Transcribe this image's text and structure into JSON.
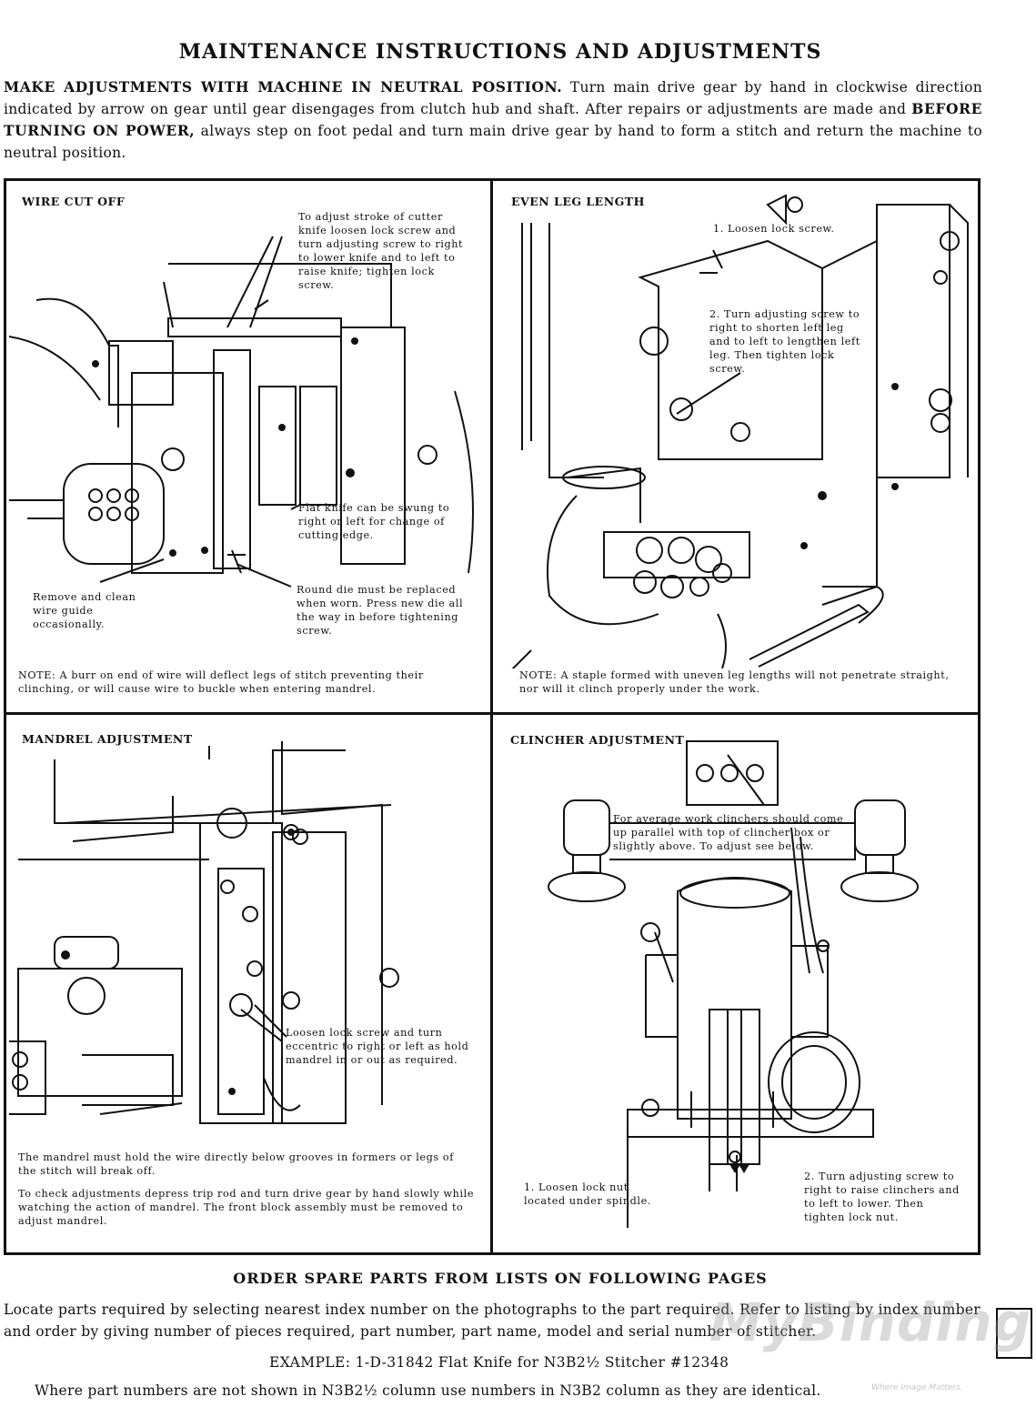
{
  "page_title": "MAINTENANCE INSTRUCTIONS AND ADJUSTMENTS",
  "intro": {
    "lead_bold": "MAKE ADJUSTMENTS WITH MACHINE IN NEUTRAL POSITION.",
    "part1": " Turn main drive gear by hand in clockwise direction indicated by arrow on gear until gear disengages from clutch hub and shaft. After repairs or adjustments are made and ",
    "mid_bold": "BEFORE TURNING ON POWER,",
    "part2": " always step on foot pedal and turn main drive gear by hand to form a stitch and return the machine to neutral position."
  },
  "panels": {
    "wire_cut_off": {
      "title": "WIRE CUT OFF",
      "callout_stroke": "To adjust stroke of cutter knife loosen lock screw and turn adjusting screw to right to lower knife and to left to raise knife; tighten lock screw.",
      "callout_flat_knife": "Flat knife can be swung to right or left for change of cutting edge.",
      "callout_wire_guide": "Remove and clean wire guide occasionally.",
      "callout_round_die": "Round die must be replaced when worn. Press new die all the way in before tightening screw.",
      "note": "NOTE: A burr on end of wire will deflect legs of stitch preventing their clinching, or will cause wire to buckle when entering mandrel."
    },
    "even_leg_length": {
      "title": "EVEN LEG LENGTH",
      "step1": "1. Loosen lock screw.",
      "step2": "2. Turn adjusting screw to right to shorten left leg and to left to lengthen left leg. Then tighten lock screw.",
      "note": "NOTE: A staple formed with uneven leg lengths will not penetrate straight, nor will it clinch properly under the work."
    },
    "mandrel_adjustment": {
      "title": "MANDREL ADJUSTMENT",
      "callout": "Loosen lock screw and turn eccentric to right or left as hold mandrel in or out as required.",
      "note1": "The mandrel must hold the wire directly below grooves in formers or legs of the stitch will break off.",
      "note2": "To check adjustments depress trip rod and turn drive gear by hand slowly while watching the action of mandrel. The front block assembly must be removed to adjust mandrel."
    },
    "clincher_adjustment": {
      "title": "CLINCHER ADJUSTMENT",
      "callout_top": "For average work clinchers should come up parallel with top of clincher box or slightly above. To adjust see below.",
      "step1": "1. Loosen lock nut located under spindle.",
      "step2": "2. Turn adjusting screw to right to raise clinchers and to left to lower. Then tighten lock nut."
    }
  },
  "order": {
    "title": "ORDER SPARE PARTS FROM LISTS ON FOLLOWING PAGES",
    "body": "Locate parts required by selecting nearest index number on the photographs to the part required. Refer to listing by index number and order by giving number of pieces required, part number, part name, model and serial number of stitcher.",
    "example": "EXAMPLE: 1-D-31842 Flat Knife for N3B2½ Stitcher #12348",
    "where": "Where part numbers are not shown in N3B2½ column use numbers in N3B2 column as they are identical."
  },
  "watermark": {
    "brand": "MyBinding",
    "tagline": "Where Image Matters."
  }
}
